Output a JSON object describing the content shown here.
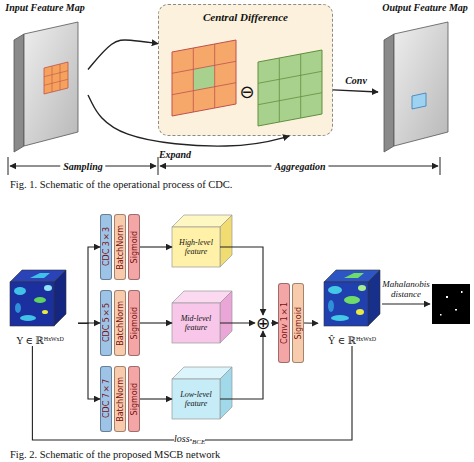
{
  "diagram": {
    "nodes": [
      {
        "text": [
          "Input Feature Map"
        ]
      },
      {
        "text": [
          "Central Difference"
        ]
      },
      {
        "text": [
          "Output Feature Map"
        ]
      },
      {
        "text": [
          "Y ∈ ℝᴴˣᵂˣᴰ"
        ]
      },
      {
        "text": [
          "CDC 3×3"
        ]
      },
      {
        "text": [
          "BatchNorm"
        ]
      },
      {
        "text": [
          "Sigmoid"
        ]
      },
      {
        "text": [
          "CDC 5×5"
        ]
      },
      {
        "text": [
          "BatchNorm"
        ]
      },
      {
        "text": [
          "Sigmoid"
        ]
      },
      {
        "text": [
          "CDC 7×7"
        ]
      },
      {
        "text": [
          "BatchNorm"
        ]
      },
      {
        "text": [
          "Sigmoid"
        ]
      },
      {
        "text": [
          "High-level feature"
        ]
      },
      {
        "text": [
          "Mid-level feature"
        ]
      },
      {
        "text": [
          "Low-level feature"
        ]
      },
      {
        "text": [
          "⊕"
        ]
      },
      {
        "text": [
          "Conv 1×1"
        ]
      },
      {
        "text": [
          "Sigmoid"
        ]
      },
      {
        "text": [
          "Ŷ ∈ ℝᴴˣᵂˣᴰ"
        ]
      }
    ],
    "edges": [
      {
        "from": 0,
        "to": 1,
        "arrow": "to"
      },
      {
        "from": 0,
        "to": 1,
        "label": "Expand",
        "arrow": "to"
      },
      {
        "from": 1,
        "to": 2,
        "label": "Conv",
        "arrow": "to"
      },
      {
        "from": 3,
        "to": 4,
        "arrow": "to"
      },
      {
        "from": 3,
        "to": 7,
        "arrow": "to"
      },
      {
        "from": 3,
        "to": 10,
        "arrow": "to"
      },
      {
        "from": 6,
        "to": 13,
        "arrow": "to"
      },
      {
        "from": 9,
        "to": 14,
        "arrow": "to"
      },
      {
        "from": 12,
        "to": 15,
        "arrow": "to"
      },
      {
        "from": 13,
        "to": 16,
        "arrow": "to"
      },
      {
        "from": 14,
        "to": 16,
        "arrow": "to"
      },
      {
        "from": 15,
        "to": 16,
        "arrow": "to"
      },
      {
        "from": 16,
        "to": 17,
        "arrow": "to"
      },
      {
        "from": 18,
        "to": 19,
        "arrow": "to"
      },
      {
        "from": 3,
        "to": 19,
        "arrow": "none"
      }
    ],
    "labels": [
      "⊖",
      "Sampling",
      "Aggregation",
      "Fig. 1. Schematic of the operational process of CDC.",
      "Mahalanobis distance",
      "loss",
      "BCE",
      "Fig. 2. Schematic of the proposed MSCB network"
    ]
  }
}
